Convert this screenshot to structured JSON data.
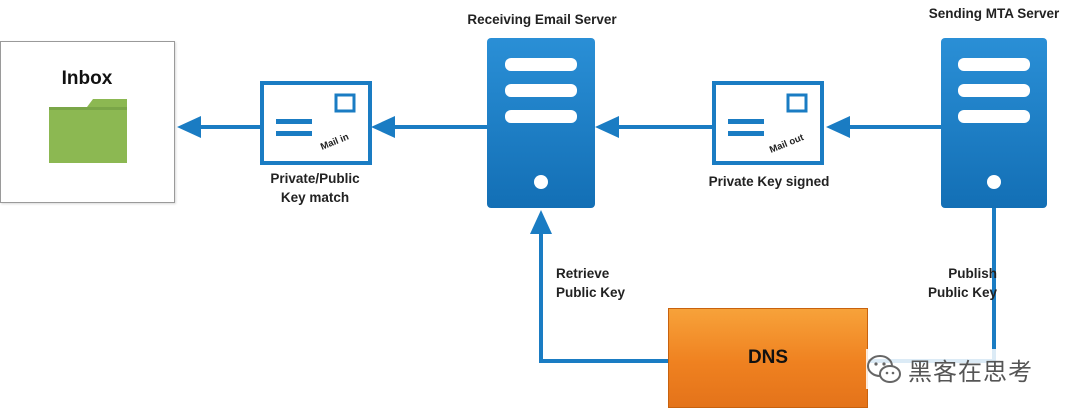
{
  "labels": {
    "receiving_server": "Receiving Email Server",
    "sending_server": "Sending MTA Server",
    "inbox": "Inbox",
    "private_public_line1": "Private/Public",
    "private_public_line2": "Key match",
    "private_key_signed": "Private Key signed",
    "retrieve_line1": "Retrieve",
    "retrieve_line2": "Public Key",
    "publish_line1": "Publish",
    "publish_line2": "Public Key",
    "dns": "DNS",
    "mail_in": "Mail in",
    "mail_out": "Mail out"
  },
  "watermark": {
    "text": "黑客在思考",
    "icon": "wechat-icon"
  },
  "colors": {
    "server": "#1a7cc3",
    "arrow": "#1a7cc3",
    "envelope_border": "#1a7cc3",
    "folder": "#8cb852",
    "dns_fill": "#ef8120"
  }
}
